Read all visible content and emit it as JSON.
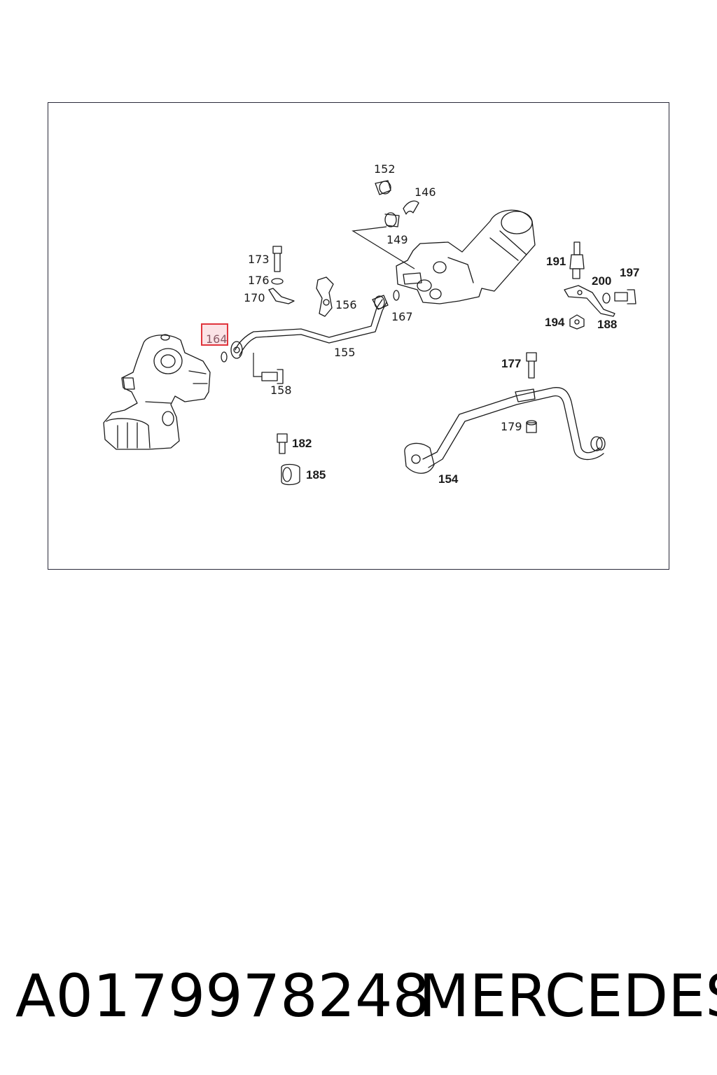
{
  "diagram": {
    "labels": {
      "p152": "152",
      "p146": "146",
      "p149": "149",
      "p173": "173",
      "p176": "176",
      "p170": "170",
      "p156": "156",
      "p167": "167",
      "p164": "164",
      "p155": "155",
      "p158": "158",
      "p191": "191",
      "p200": "200",
      "p197": "197",
      "p194": "194",
      "p188": "188",
      "p177": "177",
      "p179": "179",
      "p182": "182",
      "p185": "185",
      "p154": "154"
    },
    "highlighted_part": "164",
    "highlight_color": "#e0343c"
  },
  "footer": {
    "part_number": "A0179978248",
    "brand": "MERCEDES"
  }
}
